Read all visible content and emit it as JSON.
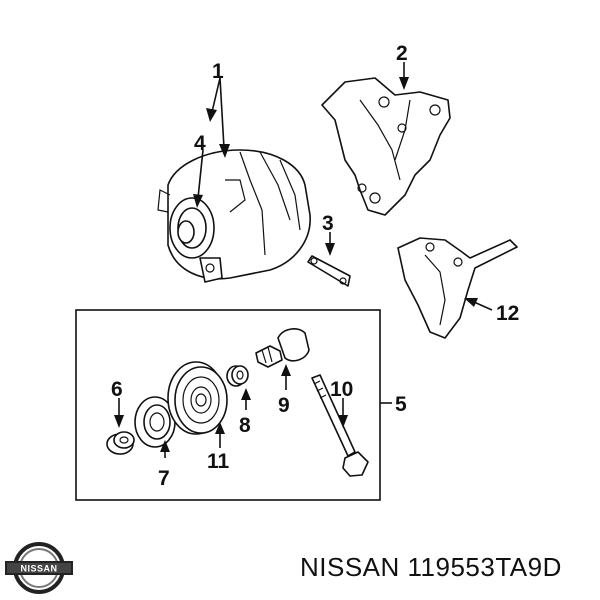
{
  "callouts": [
    {
      "id": "1",
      "label": "1"
    },
    {
      "id": "2",
      "label": "2"
    },
    {
      "id": "3",
      "label": "3"
    },
    {
      "id": "4",
      "label": "4"
    },
    {
      "id": "5",
      "label": "5"
    },
    {
      "id": "6",
      "label": "6"
    },
    {
      "id": "7",
      "label": "7"
    },
    {
      "id": "8",
      "label": "8"
    },
    {
      "id": "9",
      "label": "9"
    },
    {
      "id": "10",
      "label": "10"
    },
    {
      "id": "11",
      "label": "11"
    },
    {
      "id": "12",
      "label": "12"
    }
  ],
  "footer": {
    "brand": "NISSAN",
    "part_number": "NISSAN 119553TA9D"
  },
  "logo_icon": "nissan-logo-icon"
}
